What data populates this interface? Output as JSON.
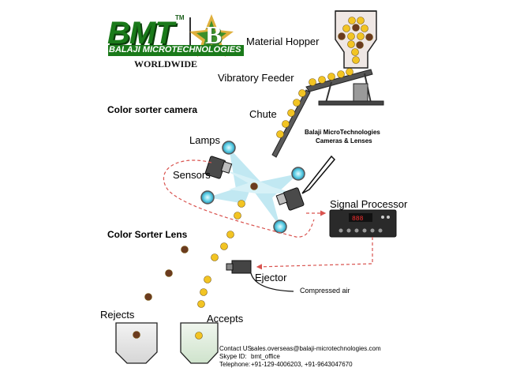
{
  "logo": {
    "mark": "BMT",
    "trademark": "TM",
    "monogram": "B",
    "company": "BALAJI MICROTECHNOLOGIES",
    "tagline": "WORLDWIDE"
  },
  "labels": {
    "material_hopper": "Material Hopper",
    "vibratory_feeder": "Vibratory Feeder",
    "color_sorter_camera": "Color sorter camera",
    "chute": "Chute",
    "lamps": "Lamps",
    "bmt_cameras_line1": "Balaji MicroTechnologies",
    "bmt_cameras_line2": "Cameras & Lenses",
    "sensors": "Sensors",
    "signal_processor": "Signal Processor",
    "color_sorter_lens": "Color Sorter Lens",
    "ejector": "Ejector",
    "compressed_air": "Compressed air",
    "rejects": "Rejects",
    "accepts": "Accepts"
  },
  "contact": {
    "us_label": "Contact US:",
    "us_value": "sales.overseas@balaji-microtechnologies.com",
    "skype_label": "Skype ID:",
    "skype_value": "bmt_office",
    "phone_label": "Telephone:",
    "phone_value": "+91-129-4006203, +91-9643047670"
  },
  "colors": {
    "good_grain": "#f2c423",
    "bad_grain": "#6b3b1f",
    "logo_green": "#1a7a1a",
    "signal_line": "#d9534f",
    "beam": "#8fd6e8",
    "lamp_glow": "#5fd0e6"
  }
}
